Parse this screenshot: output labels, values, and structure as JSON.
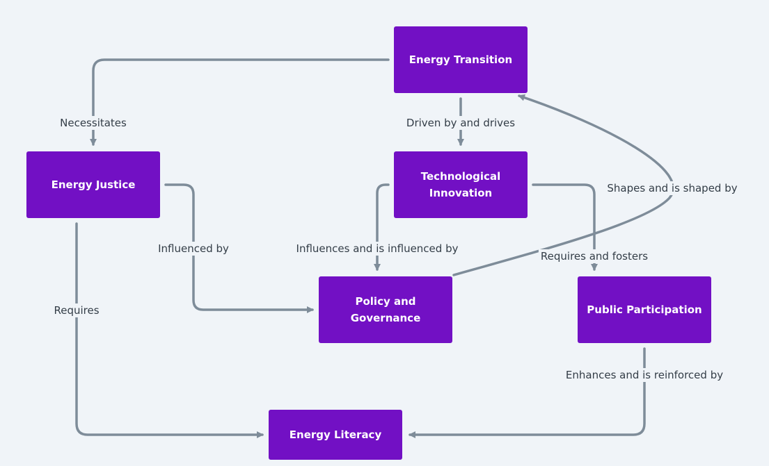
{
  "colors": {
    "node_fill": "#7210c4",
    "edge": "#7e8c99",
    "background": "#f0f4f8",
    "label_text": "#333d47"
  },
  "nodes": {
    "energy_transition": "Energy Transition",
    "energy_justice": "Energy Justice",
    "technological_innovation_line1": "Technological",
    "technological_innovation_line2": "Innovation",
    "policy_governance_line1": "Policy and",
    "policy_governance_line2": "Governance",
    "public_participation": "Public Participation",
    "energy_literacy": "Energy Literacy"
  },
  "edges": {
    "necessitates": "Necessitates",
    "driven_by": "Driven by and drives",
    "shapes": "Shapes and is shaped by",
    "influenced_by": "Influenced by",
    "influences": "Influences and is influenced by",
    "requires_fosters": "Requires and fosters",
    "requires": "Requires",
    "enhances": "Enhances and is reinforced by"
  }
}
